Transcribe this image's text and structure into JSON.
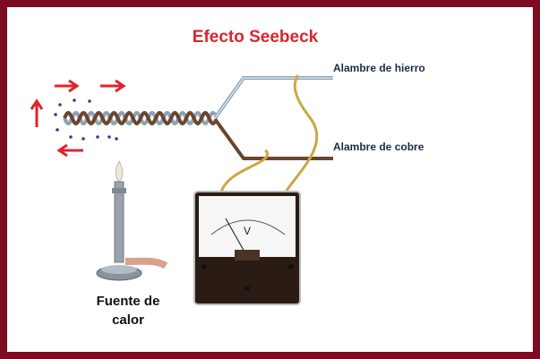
{
  "title": "Efecto Seebeck",
  "labels": {
    "iron_wire": "Alambre de hierro",
    "copper_wire": "Alambre de cobre",
    "heat_source_line1": "Fuente de",
    "heat_source_line2": "calor",
    "voltmeter_unit": "V"
  },
  "colors": {
    "frame": "#7d0b22",
    "title": "#d8262e",
    "arrows": "#e0232a",
    "dots": "#3b3b9a",
    "iron": "#8fa1b3",
    "copper": "#6b4530",
    "leads": "#c9a845"
  }
}
